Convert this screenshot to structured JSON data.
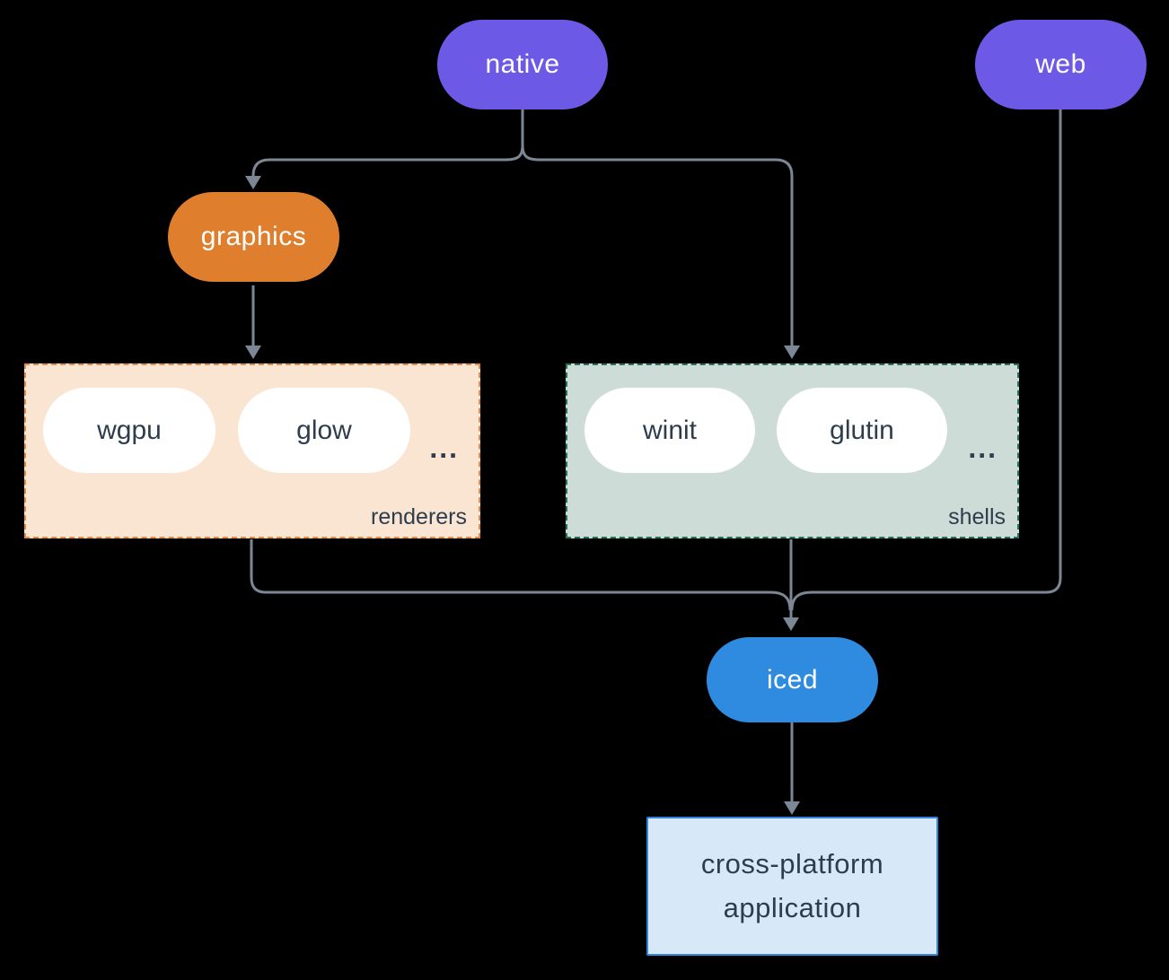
{
  "colors": {
    "background": "#000000",
    "node_purple": "#6c5ae6",
    "node_orange": "#df7f2e",
    "node_blue": "#2f8be0",
    "group_renderers_bg": "#fae4d2",
    "group_renderers_border": "#e88a43",
    "group_shells_bg": "#cddcd6",
    "group_shells_border": "#26705f",
    "app_box_bg": "#d7e8f8",
    "app_box_border": "#2f85dd",
    "pill_bg": "#ffffff",
    "dark_text": "#2e3d4e",
    "light_text": "#ffffff",
    "connector": "#7b8795"
  },
  "nodes": {
    "native": "native",
    "web": "web",
    "graphics": "graphics",
    "iced": "iced",
    "application": "cross-platform application"
  },
  "groups": {
    "renderers": {
      "label": "renderers",
      "items": [
        "wgpu",
        "glow"
      ],
      "more": "..."
    },
    "shells": {
      "label": "shells",
      "items": [
        "winit",
        "glutin"
      ],
      "more": "..."
    }
  }
}
